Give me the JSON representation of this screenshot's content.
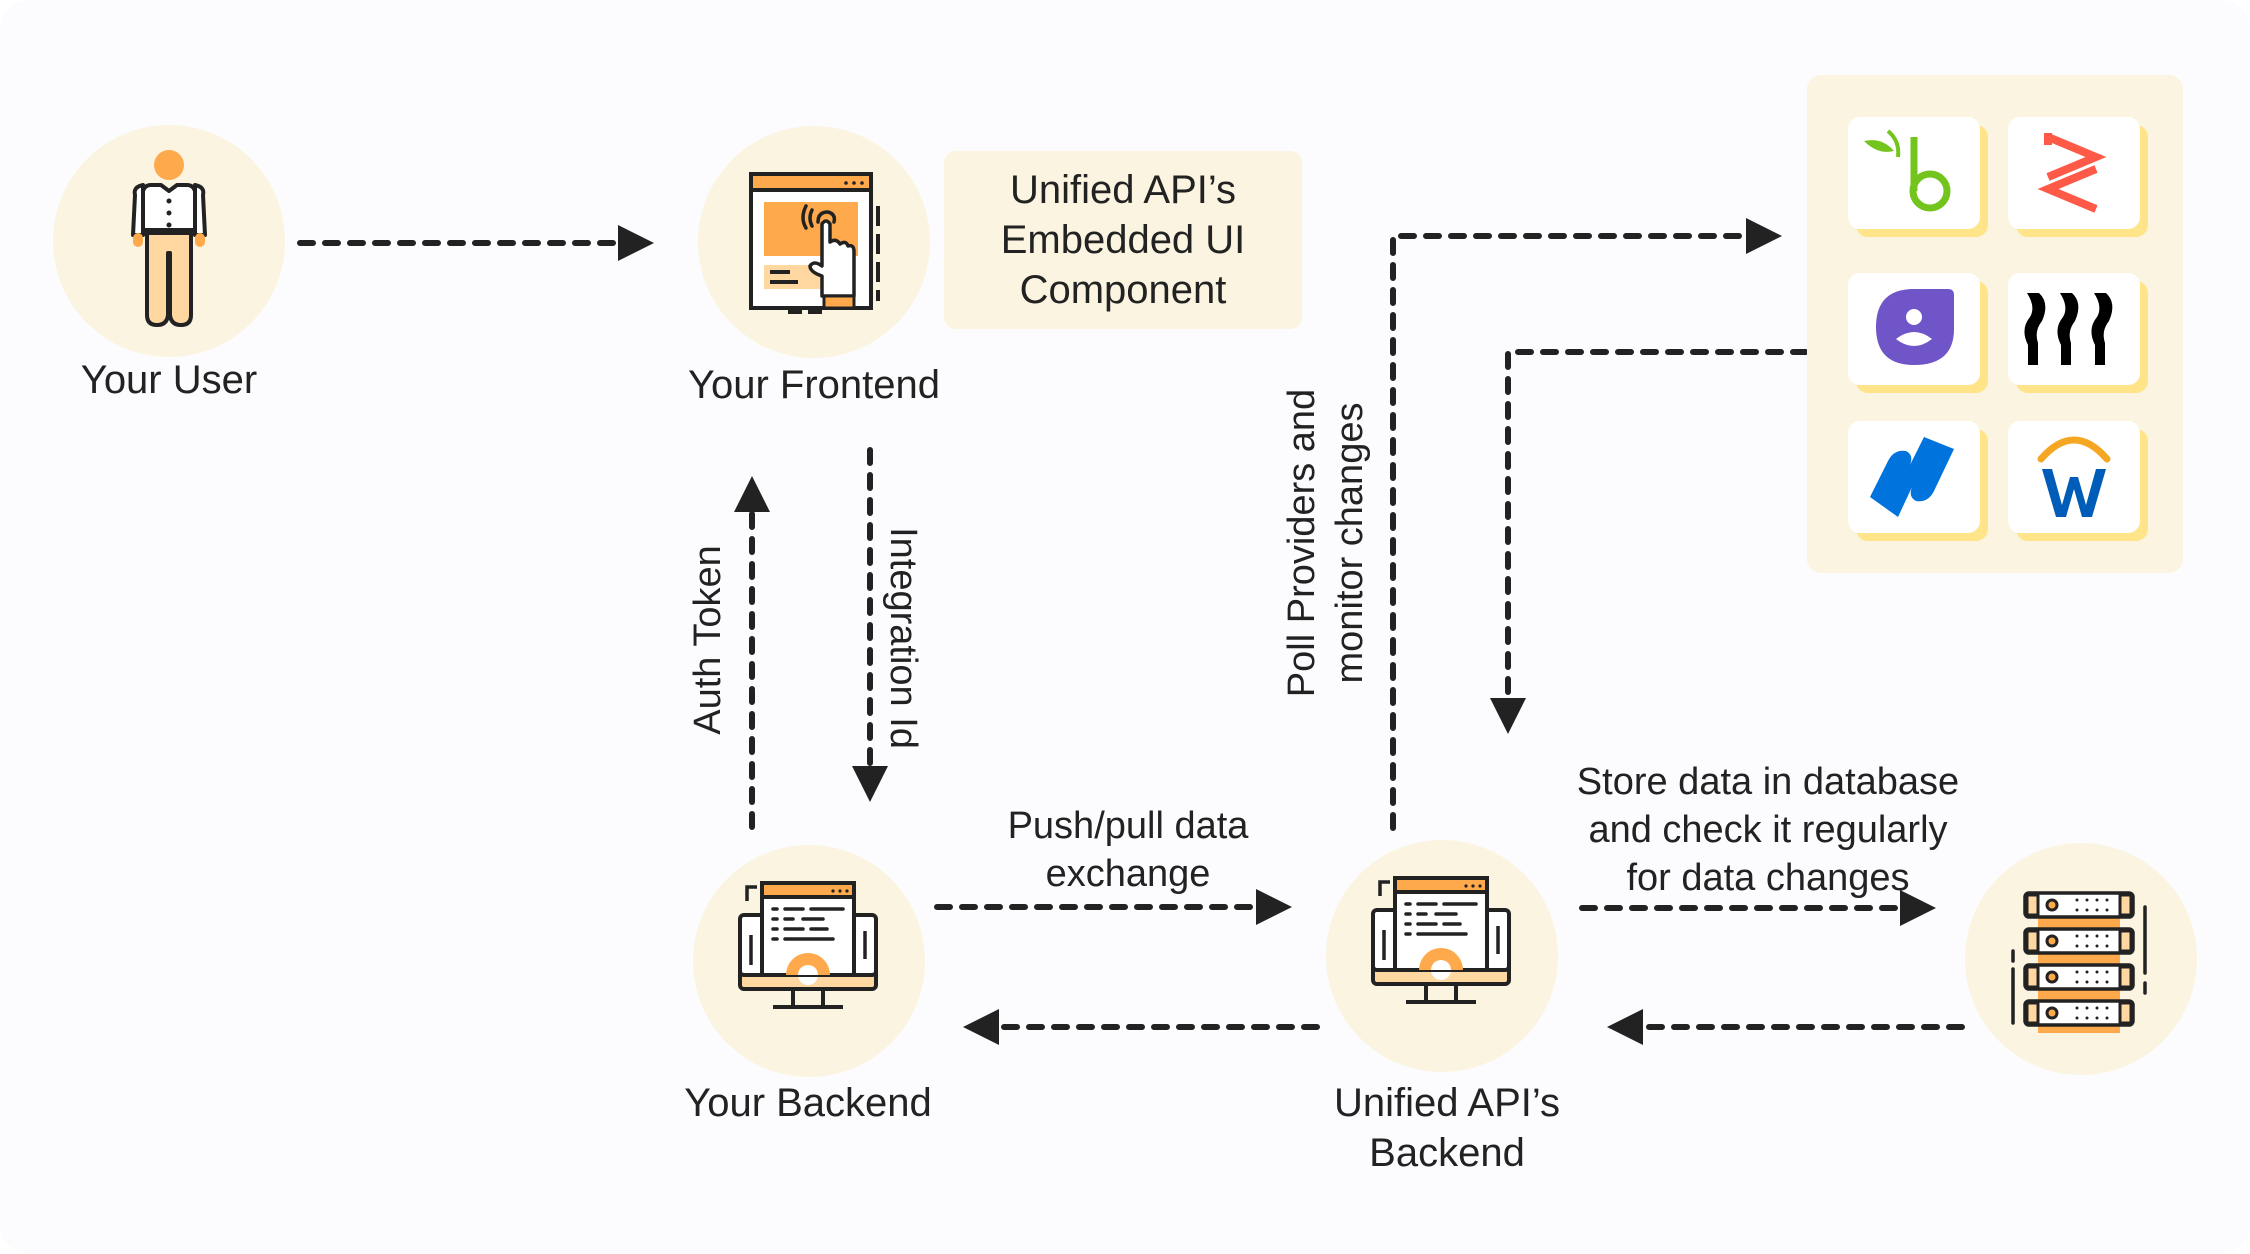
{
  "nodes": {
    "user": {
      "label": "Your User",
      "icon": "person-icon"
    },
    "frontend": {
      "label": "Your Frontend",
      "icon": "touch-screen-icon"
    },
    "backend": {
      "label": "Your Backend",
      "icon": "server-monitor-gear-icon"
    },
    "unified_backend": {
      "line1": "Unified API’s",
      "line2": "Backend",
      "icon": "server-monitor-gear-icon"
    },
    "database": {
      "icon": "database-rack-icon"
    }
  },
  "embedded_ui": {
    "lines": [
      "Unified API’s",
      "Embedded UI",
      "Component"
    ]
  },
  "edges": {
    "auth_token": "Auth Token",
    "integration_id": "Integration Id",
    "push_pull": [
      "Push/pull data",
      "exchange"
    ],
    "poll": [
      "Poll Providers and",
      "monitor changes"
    ],
    "store": [
      "Store data in database",
      "and check it regularly",
      "for data changes"
    ]
  },
  "providers": [
    {
      "name": "bamboohr-logo",
      "color": "#73c41d"
    },
    {
      "name": "zenefits-logo",
      "color": "#ff5a47"
    },
    {
      "name": "purple-person-logo",
      "color": "#6f55c8"
    },
    {
      "name": "black-waves-logo",
      "color": "#000000"
    },
    {
      "name": "blue-n-logo",
      "color": "#0073dd"
    },
    {
      "name": "workday-logo",
      "color": "#005cb9"
    }
  ],
  "colors": {
    "node_bg": "#fbf4e1",
    "accent_orange": "#ffa94d",
    "accent_light": "#ffd8a1",
    "tile_shadow": "#ffe48a",
    "line": "#222222"
  }
}
